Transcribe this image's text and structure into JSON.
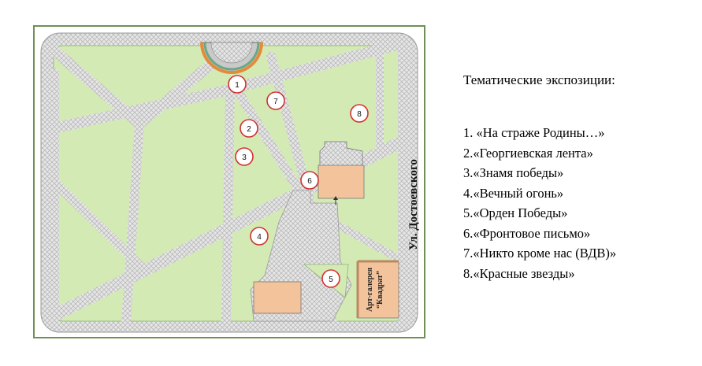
{
  "map": {
    "street_label": "Ул. Достоевского",
    "gallery_label_line1": "Арт-галерея",
    "gallery_label_line2": "“Квадрат”",
    "markers": [
      "1",
      "2",
      "3",
      "4",
      "5",
      "6",
      "7",
      "8"
    ]
  },
  "legend": {
    "title": "Тематические экспозиции:",
    "items": [
      "1. «На страже Родины…»",
      "2.«Георгиевская лента»",
      "3.«Знамя победы»",
      "4.«Вечный огонь»",
      "5.«Орден Победы»",
      "6.«Фронтовое письмо»",
      "7.«Никто кроме нас (ВДВ)»",
      "8.«Красные звезды»"
    ]
  },
  "colors": {
    "frame": "#6f8f55",
    "lawn": "#d3eab4",
    "path": "#e5e5e5",
    "building": "#f3c49c",
    "marker_ring": "#d13030"
  }
}
